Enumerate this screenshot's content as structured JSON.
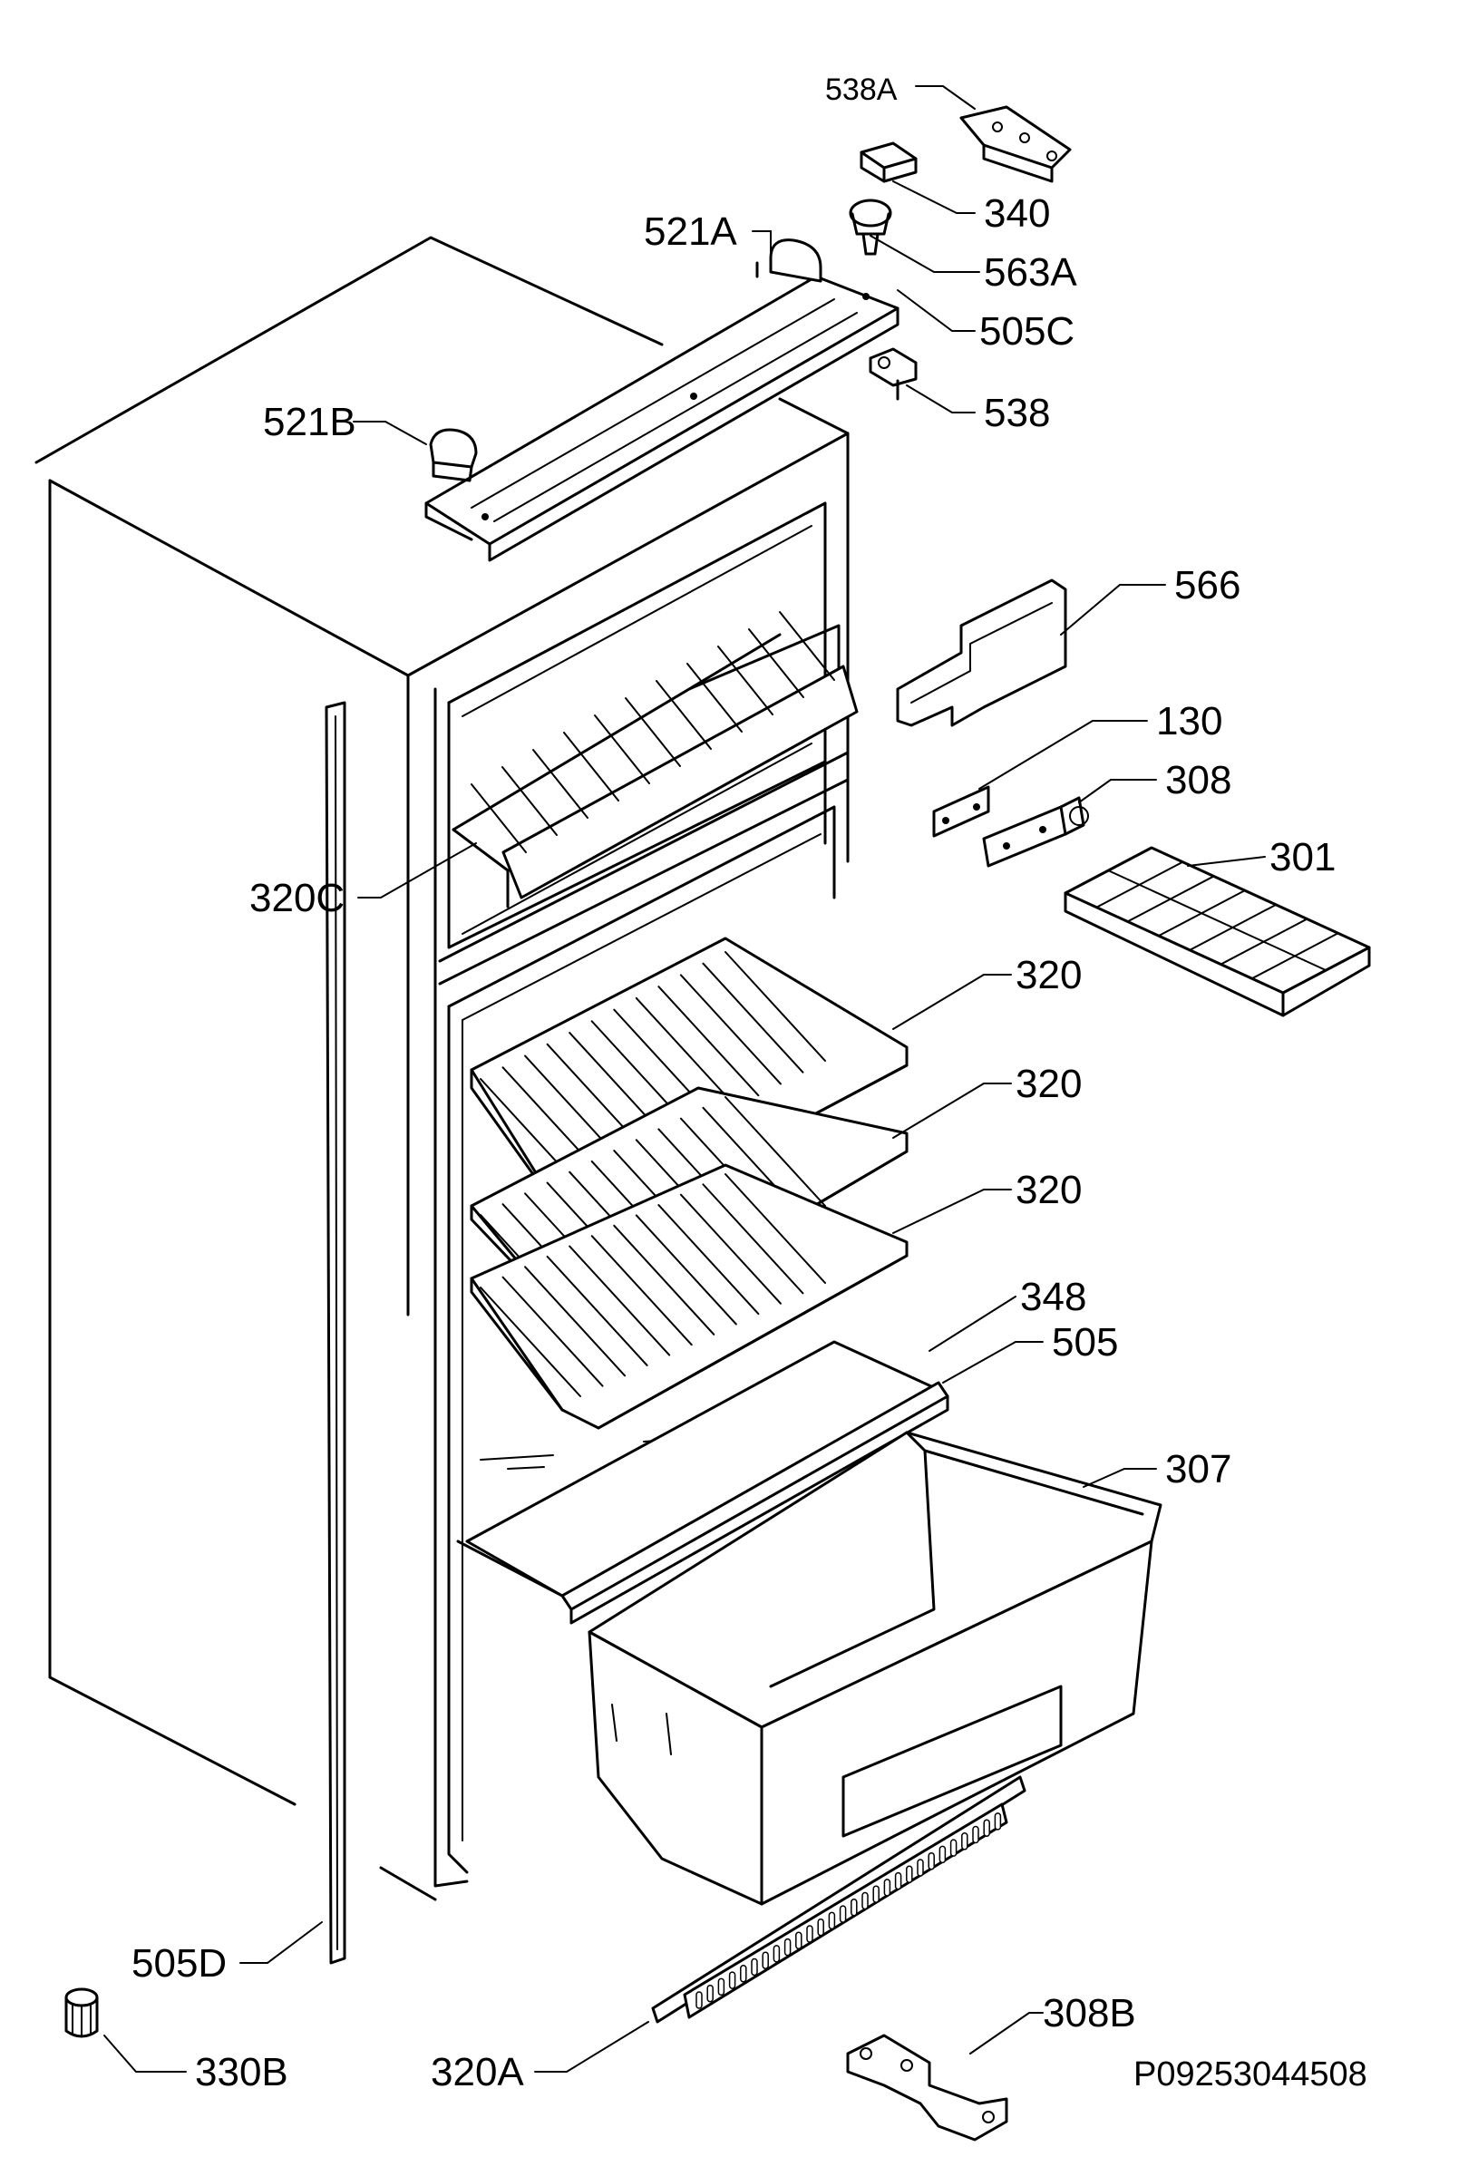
{
  "labels": {
    "p538a": "538A",
    "p340": "340",
    "p521a": "521A",
    "p563a": "563A",
    "p505c": "505C",
    "p538": "538",
    "p521b": "521B",
    "p566": "566",
    "p130": "130",
    "p308": "308",
    "p301": "301",
    "p320c": "320C",
    "p320_1": "320",
    "p320_2": "320",
    "p320_3": "320",
    "p348": "348",
    "p505": "505",
    "p307": "307",
    "p505d": "505D",
    "p308b": "308B",
    "p330b": "330B",
    "p320a": "320A"
  },
  "drawing_ref": "P09253044508"
}
